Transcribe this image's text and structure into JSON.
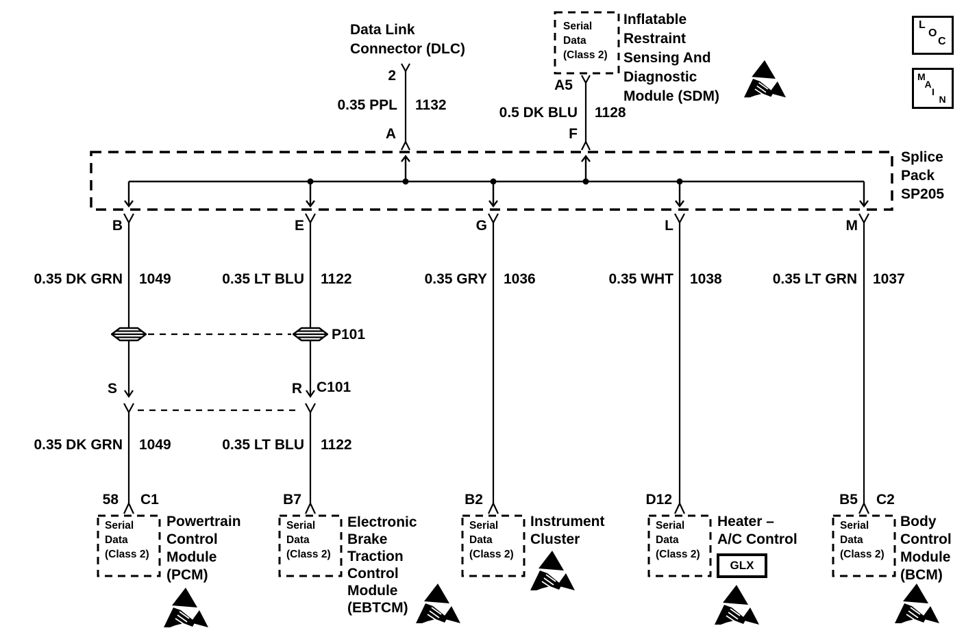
{
  "nav": {
    "loc": "LOC",
    "main": "MAIN"
  },
  "serial_data_box": {
    "line1": "Serial",
    "line2": "Data",
    "line3": "(Class 2)"
  },
  "dlc": {
    "name_lines": [
      "Data Link",
      "Connector (DLC)"
    ],
    "pin": "2",
    "terminal": "A",
    "wire_color": "0.35 PPL",
    "wire_circuit": "1132"
  },
  "sdm": {
    "name_lines": [
      "Inflatable",
      "Restraint",
      "Sensing And",
      "Diagnostic",
      "Module (SDM)"
    ],
    "pin": "A5",
    "terminal": "F",
    "wire_color": "0.5 DK BLU",
    "wire_circuit": "1128"
  },
  "splice_pack": {
    "lines": [
      "Splice",
      "Pack",
      "SP205"
    ]
  },
  "inline": {
    "pass_through": "P101",
    "connector": "C101",
    "terminal_s": "S",
    "terminal_r": "R"
  },
  "branches": [
    {
      "terminal": "B",
      "wire_color": "0.35 DK GRN",
      "wire_circuit": "1049",
      "wire2_color": "0.35 DK GRN",
      "wire2_circuit": "1049",
      "pin": "58",
      "connector": "C1",
      "module_lines": [
        "Powertrain",
        "Control",
        "Module",
        "(PCM)"
      ]
    },
    {
      "terminal": "E",
      "wire_color": "0.35 LT BLU",
      "wire_circuit": "1122",
      "wire2_color": "0.35 LT BLU",
      "wire2_circuit": "1122",
      "pin": "B7",
      "module_lines": [
        "Electronic",
        "Brake",
        "Traction",
        "Control",
        "Module",
        "(EBTCM)"
      ]
    },
    {
      "terminal": "G",
      "wire_color": "0.35 GRY",
      "wire_circuit": "1036",
      "pin": "B2",
      "module_lines": [
        "Instrument",
        "Cluster"
      ]
    },
    {
      "terminal": "L",
      "wire_color": "0.35 WHT",
      "wire_circuit": "1038",
      "pin": "D12",
      "module_lines": [
        "Heater –",
        "A/C Control"
      ],
      "badge": "GLX"
    },
    {
      "terminal": "M",
      "wire_color": "0.35 LT GRN",
      "wire_circuit": "1037",
      "pin": "B5",
      "connector": "C2",
      "module_lines": [
        "Body",
        "Control",
        "Module",
        "(BCM)"
      ]
    }
  ]
}
